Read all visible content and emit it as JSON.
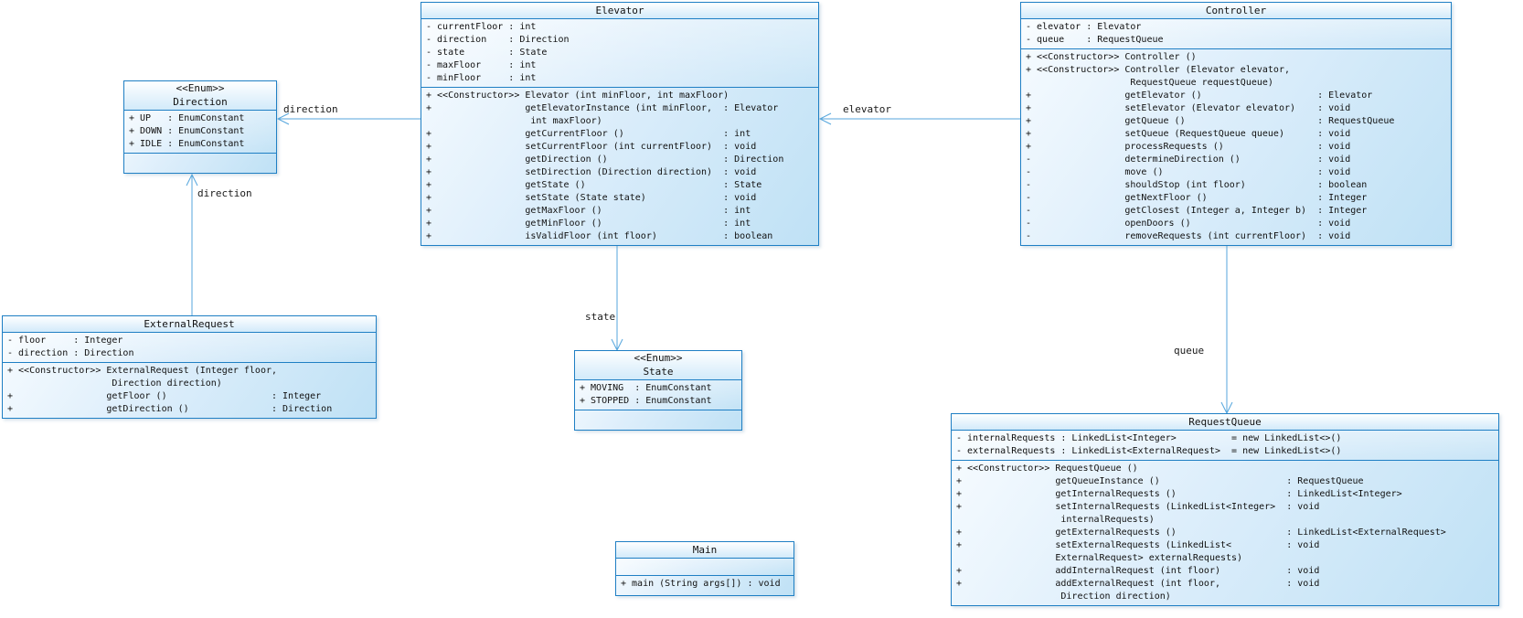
{
  "colors": {
    "box_border": "#1f7fc4",
    "box_fill_top": "#f8fcff",
    "box_fill_bottom": "#bfe1f5",
    "connector": "#55a6dd",
    "text": "#111111"
  },
  "classes": {
    "elevator": {
      "name": "Elevator",
      "attributes": [
        "- currentFloor : int",
        "- direction    : Direction",
        "- state        : State",
        "- maxFloor     : int",
        "- minFloor     : int"
      ],
      "methods": [
        "+ <<Constructor>> Elevator (int minFloor, int maxFloor)",
        "+                 getElevatorInstance (int minFloor,  : Elevator",
        "                   int maxFloor)",
        "+                 getCurrentFloor ()                  : int",
        "+                 setCurrentFloor (int currentFloor)  : void",
        "+                 getDirection ()                     : Direction",
        "+                 setDirection (Direction direction)  : void",
        "+                 getState ()                         : State",
        "+                 setState (State state)              : void",
        "+                 getMaxFloor ()                      : int",
        "+                 getMinFloor ()                      : int",
        "+                 isValidFloor (int floor)            : boolean"
      ]
    },
    "controller": {
      "name": "Controller",
      "attributes": [
        "- elevator : Elevator",
        "- queue    : RequestQueue"
      ],
      "methods": [
        "+ <<Constructor>> Controller ()",
        "+ <<Constructor>> Controller (Elevator elevator,",
        "                   RequestQueue requestQueue)",
        "+                 getElevator ()                     : Elevator",
        "+                 setElevator (Elevator elevator)    : void",
        "+                 getQueue ()                        : RequestQueue",
        "+                 setQueue (RequestQueue queue)      : void",
        "+                 processRequests ()                 : void",
        "-                 determineDirection ()              : void",
        "-                 move ()                            : void",
        "-                 shouldStop (int floor)             : boolean",
        "-                 getNextFloor ()                    : Integer",
        "-                 getClosest (Integer a, Integer b)  : Integer",
        "-                 openDoors ()                       : void",
        "-                 removeRequests (int currentFloor)  : void"
      ]
    },
    "direction": {
      "stereotype": "<<Enum>>",
      "name": "Direction",
      "attributes": [
        "+ UP   : EnumConstant",
        "+ DOWN : EnumConstant",
        "+ IDLE : EnumConstant"
      ],
      "methods": []
    },
    "externalRequest": {
      "name": "ExternalRequest",
      "attributes": [
        "- floor     : Integer",
        "- direction : Direction"
      ],
      "methods": [
        "+ <<Constructor>> ExternalRequest (Integer floor,",
        "                   Direction direction)",
        "+                 getFloor ()                   : Integer",
        "+                 getDirection ()               : Direction"
      ]
    },
    "state": {
      "stereotype": "<<Enum>>",
      "name": "State",
      "attributes": [
        "+ MOVING  : EnumConstant",
        "+ STOPPED : EnumConstant"
      ],
      "methods": []
    },
    "main": {
      "name": "Main",
      "attributes": [],
      "methods": [
        "+ main (String args[]) : void"
      ]
    },
    "requestQueue": {
      "name": "RequestQueue",
      "attributes": [
        "- internalRequests : LinkedList<Integer>          = new LinkedList<>()",
        "- externalRequests : LinkedList<ExternalRequest>  = new LinkedList<>()"
      ],
      "methods": [
        "+ <<Constructor>> RequestQueue ()",
        "+                 getQueueInstance ()                       : RequestQueue",
        "+                 getInternalRequests ()                    : LinkedList<Integer>",
        "+                 setInternalRequests (LinkedList<Integer>  : void",
        "                   internalRequests)",
        "+                 getExternalRequests ()                    : LinkedList<ExternalRequest>",
        "+                 setExternalRequests (LinkedList<          : void",
        "                  ExternalRequest> externalRequests)",
        "+                 addInternalRequest (int floor)            : void",
        "+                 addExternalRequest (int floor,            : void",
        "                   Direction direction)"
      ]
    }
  },
  "connectors": [
    {
      "label": "direction",
      "from": "Elevator",
      "to": "Direction"
    },
    {
      "label": "elevator",
      "from": "Controller",
      "to": "Elevator"
    },
    {
      "label": "direction",
      "from": "ExternalRequest",
      "to": "Direction"
    },
    {
      "label": "state",
      "from": "Elevator",
      "to": "State"
    },
    {
      "label": "queue",
      "from": "Controller",
      "to": "RequestQueue"
    }
  ]
}
